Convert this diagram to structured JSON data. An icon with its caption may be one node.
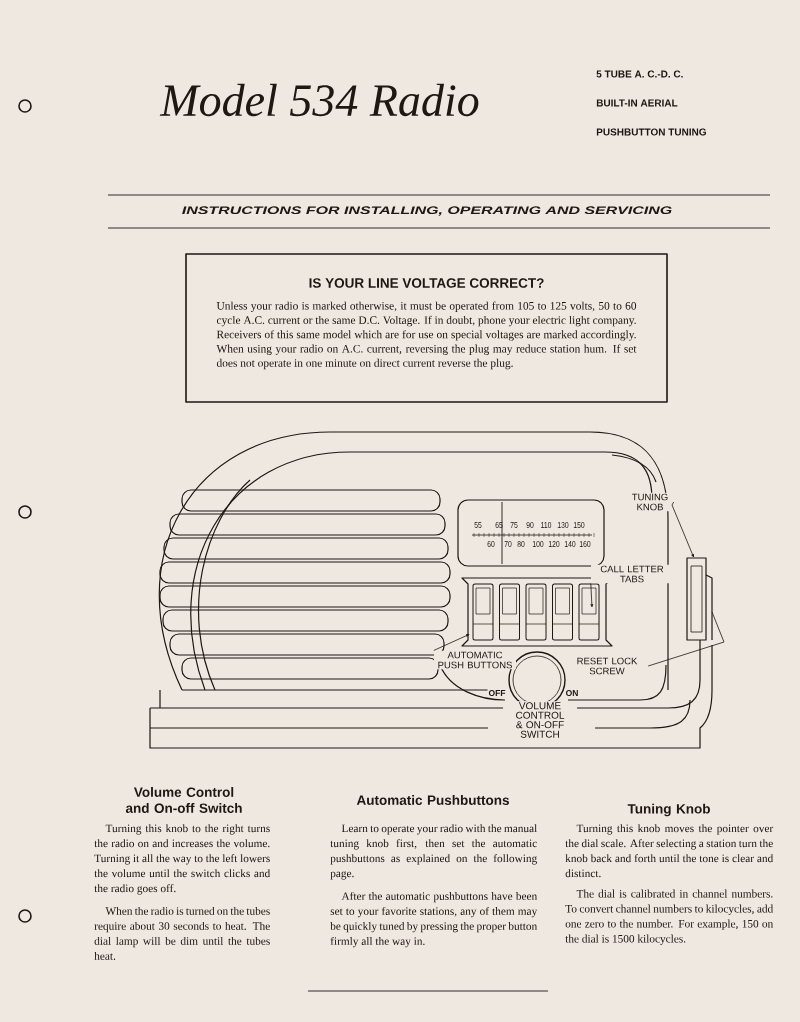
{
  "diagram": {
    "title": "Model 534 Radio",
    "nodes": [
      {
        "text": [
          "IS YOUR LINE VOLTAGE CORRECT?",
          "Unless your radio is marked otherwise, it must be operated from 105 to 125 volts, 50 to 60 cycle A.C. current or the same D.C. Voltage.  If in doubt, phone your electric light company.  Receivers of this same model which are for use on special voltages are marked accordingly.  When using your radio on A.C. current, reversing the plug may reduce station hum. If set does not operate in one minute on direct current reverse the plug."
        ]
      },
      {
        "text": [
          "TUNING KNOB"
        ]
      },
      {
        "text": [
          "CALL LETTER TABS"
        ]
      },
      {
        "text": [
          "AUTOMATIC PUSH BUTTONS"
        ]
      },
      {
        "text": [
          "RESET LOCK SCREW"
        ]
      }
    ],
    "edges": [
      {
        "from": 1,
        "to": null,
        "arrow": "to"
      },
      {
        "from": 2,
        "to": null,
        "arrow": "to"
      },
      {
        "from": 3,
        "to": null,
        "arrow": "to"
      },
      {
        "from": 4,
        "to": null,
        "arrow": "none"
      }
    ],
    "labels": [
      "5 TUBE A. C.-D. C.",
      "BUILT-IN AERIAL",
      "PUSHBUTTON TUNING",
      "INSTRUCTIONS FOR INSTALLING, OPERATING AND SERVICING",
      "55",
      "65",
      "75",
      "90",
      "110",
      "130",
      "150",
      "60",
      "70",
      "80",
      "100",
      "120",
      "140",
      "160",
      "OFF",
      "ON",
      "VOLUME CONTROL & ON-OFF SWITCH",
      "Volume Control and On-off Switch",
      "Turning this knob to the right turns the radio on and increases the volume. Turning it all the way to the left lowers the volume until the switch clicks and the radio goes off.",
      "When the radio is turned on the tubes require about 30 seconds to heat.  The dial lamp will be dim until the tubes heat.",
      "Automatic Pushbuttons",
      "Learn to operate your radio with the manual tuning knob first, then set the automatic pushbuttons as explained on the following page.",
      "After the automatic pushbuttons have been set to your favorite stations, any of them may be quickly tuned by pressing the proper button firmly all the way in.",
      "Tuning Knob",
      "Turning this knob moves the pointer over the dial scale.  After selecting a station turn the knob back and forth until the tone is clear and distinct.",
      "The dial is calibrated in channel numbers.  To convert channel numbers to kilocycles, add one zero to the number. For example, 150 on the dial is 1500 kilocycles."
    ]
  }
}
